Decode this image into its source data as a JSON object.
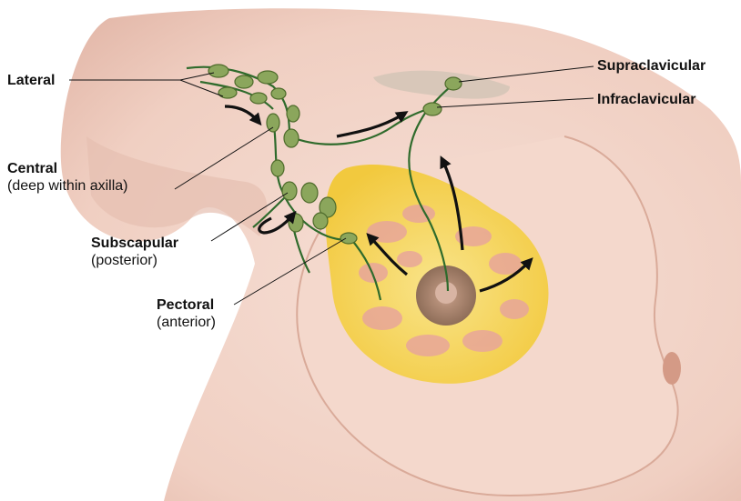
{
  "labels": {
    "lateral": {
      "name": "Lateral"
    },
    "central": {
      "name": "Central",
      "sub": "(deep within axilla)"
    },
    "subscapular": {
      "name": "Subscapular",
      "sub": "(posterior)"
    },
    "pectoral": {
      "name": "Pectoral",
      "sub": "(anterior)"
    },
    "supraclavicular": {
      "name": "Supraclavicular"
    },
    "infraclavicular": {
      "name": "Infraclavicular"
    }
  },
  "colors": {
    "skin": "#f3d6cb",
    "skin_shadow": "#e2b9ab",
    "gland": "#f7d760",
    "lobule": "#e8a69a",
    "areola": "#a98670",
    "vessel": "#2f6b2c",
    "node": "#8ba65c",
    "arrow": "#111111"
  }
}
